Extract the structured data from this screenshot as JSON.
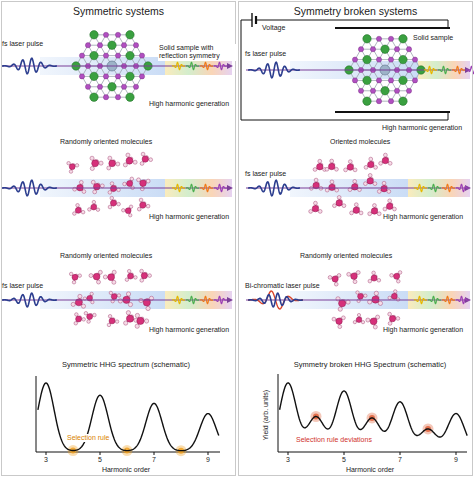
{
  "diagram": {
    "nodes": [
      {
        "text": [
          "Symmetric systems"
        ]
      },
      {
        "text": [
          "Symmetry broken systems"
        ]
      }
    ],
    "labels": [
      "fs laser pulse",
      "Solid sample with reflection symmetry",
      "High harmonic generation",
      "Randomly oriented molecules",
      "High harmonic generation",
      "Randomly oriented molecules",
      "fs laser pulse",
      "High harmonic generation",
      "Symmetric HHG spectrum (schematic)",
      "3",
      "5",
      "7",
      "9",
      "Harmonic order",
      "Selection rule",
      "Voltage",
      "Solid sample",
      "fs laser pulse",
      "High harmonic generation",
      "Oriented molecules",
      "fs laser pulse",
      "High harmonic generation",
      "Randomly oriented molecules",
      "Bi-chromatic laser pulse",
      "High harmonic generation",
      "Symmetry broken HHG Spectrum (schematic)",
      "Yield (arb. units)",
      "3",
      "5",
      "7",
      "9",
      "Harmonic order",
      "Selection rule deviations"
    ]
  }
}
